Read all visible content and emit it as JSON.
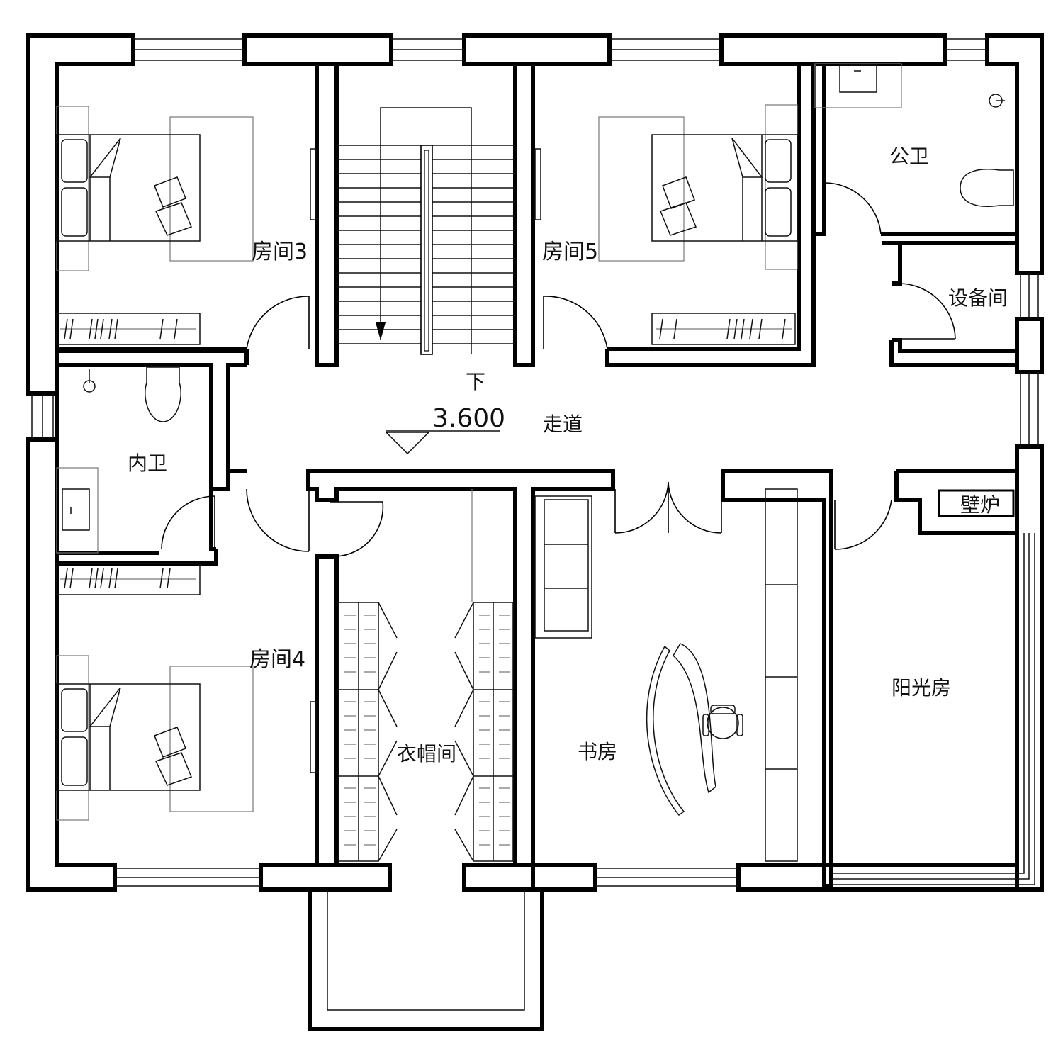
{
  "rooms": {
    "room3": "房间3",
    "room5": "房间5",
    "room4": "房间4",
    "public_bath": "公卫",
    "equipment_room": "设备间",
    "en_suite_bath": "内卫",
    "corridor": "走道",
    "fireplace": "壁炉",
    "wardrobe_room": "衣帽间",
    "study": "书房",
    "sunroom": "阳光房"
  },
  "stairs": {
    "direction": "下"
  },
  "elevation": {
    "value": "3.600"
  }
}
